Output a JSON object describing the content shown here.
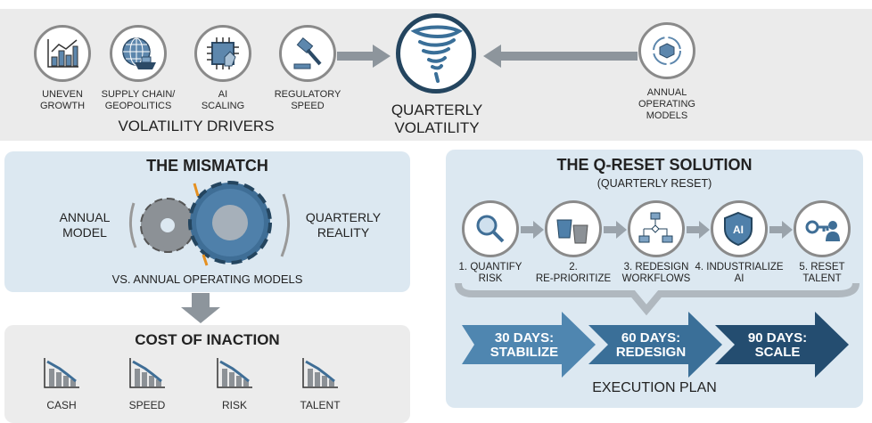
{
  "drivers": {
    "title": "VOLATILITY DRIVERS",
    "items": [
      {
        "line1": "UNEVEN",
        "line2": "GROWTH",
        "icon": "bar-chart-icon"
      },
      {
        "line1": "SUPPLY CHAIN/",
        "line2": "GEOPOLITICS",
        "icon": "globe-ship-icon"
      },
      {
        "line1": "AI",
        "line2": "SCALING",
        "icon": "chip-icon"
      },
      {
        "line1": "REGULATORY",
        "line2": "SPEED",
        "icon": "gavel-icon"
      }
    ]
  },
  "center": {
    "line1": "QUARTERLY",
    "line2": "VOLATILITY",
    "icon": "tornado-icon"
  },
  "annual": {
    "line1": "ANNUAL",
    "line2": "OPERATING",
    "line3": "MODELS",
    "icon": "cycle-cube-icon"
  },
  "mismatch": {
    "title": "THE MISMATCH",
    "left1": "ANNUAL",
    "left2": "MODEL",
    "right1": "QUARTERLY",
    "right2": "REALITY",
    "caption": "VS. ANNUAL OPERATING MODELS"
  },
  "cost": {
    "title": "COST OF INACTION",
    "items": [
      "CASH",
      "SPEED",
      "RISK",
      "TALENT"
    ]
  },
  "solution": {
    "title": "THE Q-RESET SOLUTION",
    "subtitle": "(QUARTERLY RESET)",
    "steps": [
      {
        "line1": "1. QUANTIFY",
        "line2": "RISK",
        "icon": "magnifier-icon"
      },
      {
        "line1": "2.",
        "line2": "RE-PRIORITIZE",
        "icon": "buckets-icon"
      },
      {
        "line1": "3. REDESIGN",
        "line2": "WORKFLOWS",
        "icon": "flowchart-icon"
      },
      {
        "line1": "4. INDUSTRIALIZE",
        "line2": "AI",
        "icon": "ai-shield-icon",
        "badge": "AI"
      },
      {
        "line1": "5. RESET",
        "line2": "TALENT",
        "icon": "key-person-icon"
      }
    ],
    "plan": [
      {
        "line1": "30 DAYS:",
        "line2": "STABILIZE",
        "color": "#4f86b0"
      },
      {
        "line1": "60 DAYS:",
        "line2": "REDESIGN",
        "color": "#3a6f98"
      },
      {
        "line1": "90 DAYS:",
        "line2": "SCALE",
        "color": "#244d70"
      }
    ],
    "plan_title": "EXECUTION PLAN"
  }
}
